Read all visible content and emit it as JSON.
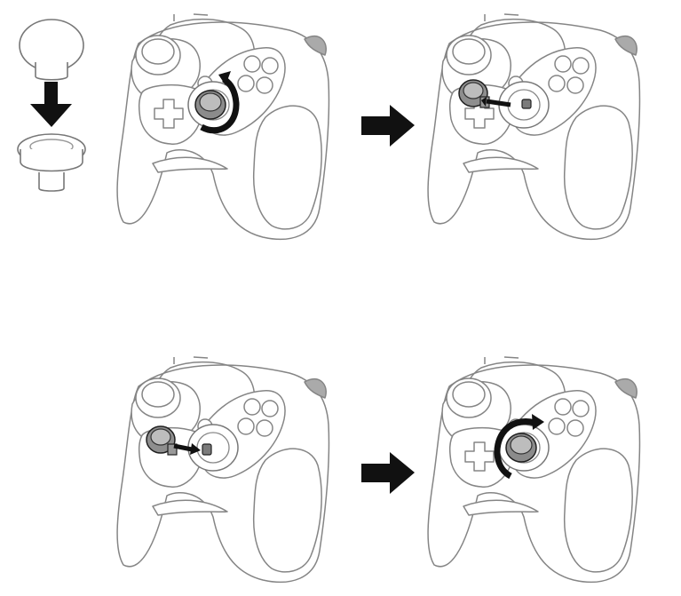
{
  "diagram": {
    "kind": "analog stick cap replacement instructions",
    "steps": [
      {
        "id": "step-1",
        "action": "choose-cap",
        "icons": [
          "large-cap",
          "arrow-down",
          "short-cap"
        ]
      },
      {
        "id": "step-2",
        "action": "rotate-to-unlock",
        "icon": "curved-rotate-arrow"
      },
      {
        "id": "step-3",
        "action": "remove-cap",
        "icon": "straight-arrow"
      },
      {
        "id": "step-4",
        "action": "insert-cap",
        "icon": "straight-arrow"
      },
      {
        "id": "step-5",
        "action": "rotate-to-lock",
        "icon": "curved-rotate-arrow"
      }
    ],
    "colors": {
      "line": "#7d7d7d",
      "dark": "#1d1d1d",
      "fill": "#ffffff",
      "cap": "#8e8e8e"
    }
  }
}
